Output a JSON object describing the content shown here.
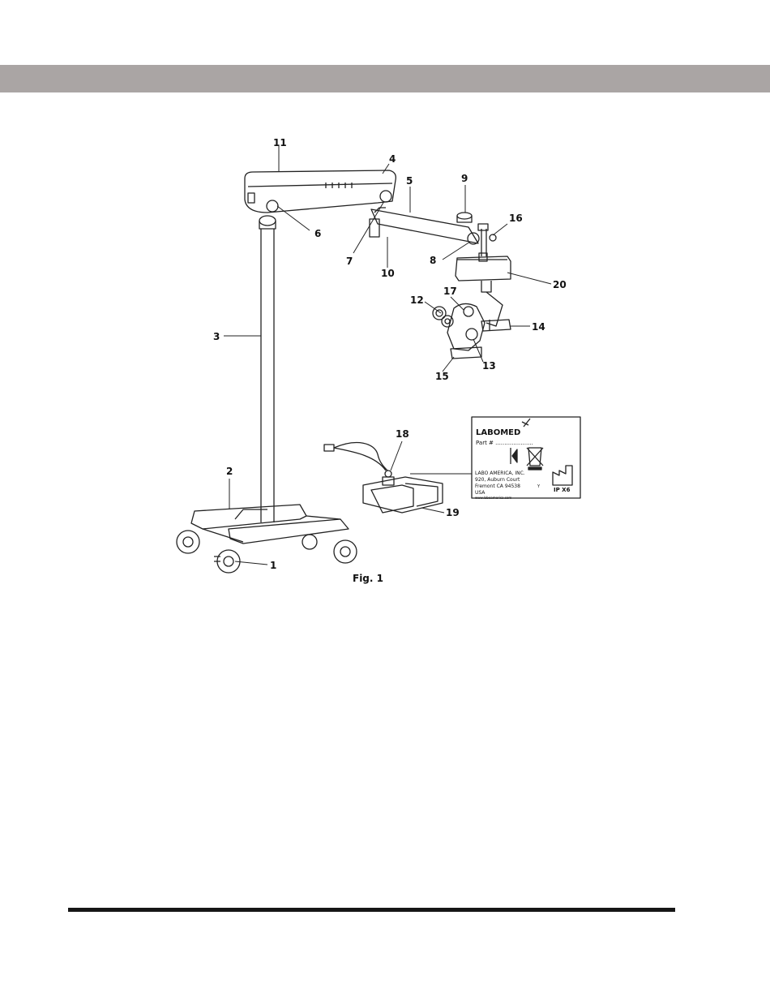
{
  "header_band_color": "#aaa5a4",
  "figure": {
    "caption": "Fig. 1",
    "callouts": [
      {
        "id": "1",
        "text": "1"
      },
      {
        "id": "2",
        "text": "2"
      },
      {
        "id": "3",
        "text": "3"
      },
      {
        "id": "4",
        "text": "4"
      },
      {
        "id": "5",
        "text": "5"
      },
      {
        "id": "6",
        "text": "6"
      },
      {
        "id": "7",
        "text": "7"
      },
      {
        "id": "8",
        "text": "8"
      },
      {
        "id": "9",
        "text": "9"
      },
      {
        "id": "10",
        "text": "10"
      },
      {
        "id": "11",
        "text": "11"
      },
      {
        "id": "12",
        "text": "12"
      },
      {
        "id": "13",
        "text": "13"
      },
      {
        "id": "14",
        "text": "14"
      },
      {
        "id": "15",
        "text": "15"
      },
      {
        "id": "16",
        "text": "16"
      },
      {
        "id": "17",
        "text": "17"
      },
      {
        "id": "18",
        "text": "18"
      },
      {
        "id": "19",
        "text": "19"
      },
      {
        "id": "20",
        "text": "20"
      }
    ],
    "label_plate": {
      "brand": "LABOMED",
      "part": "Part # .....................",
      "company": "LABO AMERICA,   INC.",
      "address1": "920, Auburn Court",
      "address2": "Fremont CA 94538",
      "country": "USA",
      "website": "www.laboamerica.com",
      "ip_rating": "IP X6",
      "mark_y": "Y"
    }
  },
  "footer_rule_color": "#161616"
}
